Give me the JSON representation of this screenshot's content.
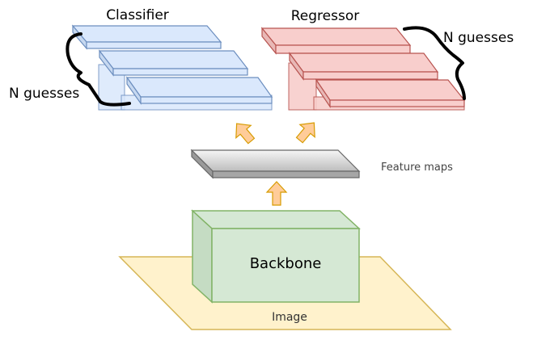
{
  "labels": {
    "classifier": "Classifier",
    "regressor": "Regressor",
    "n_guesses_left": "N guesses",
    "n_guesses_right": "N guesses",
    "feature_maps": "Feature maps",
    "backbone": "Backbone",
    "image": "Image"
  },
  "colors": {
    "image_fill": "#fff2cc",
    "image_stroke": "#d6b656",
    "backbone_fill": "#d5e8d4",
    "backbone_stroke": "#82b366",
    "feature_top": "#f2f2f2",
    "feature_side": "#a6a6a6",
    "feature_stroke": "#666666",
    "classifier_fill": "#dae8fc",
    "classifier_stroke": "#6c8ebf",
    "regressor_fill": "#f8cecc",
    "regressor_stroke": "#b85450",
    "arrow_fill": "#ffcc99",
    "arrow_stroke": "#d79b00"
  }
}
